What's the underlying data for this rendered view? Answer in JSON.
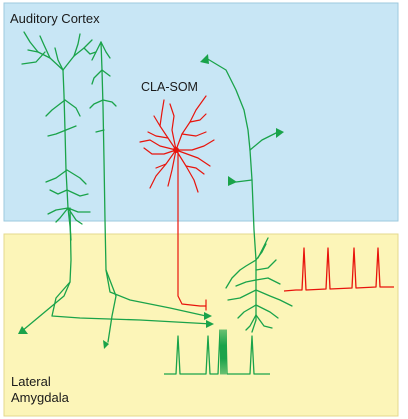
{
  "regions": {
    "cortex": {
      "label": "Auditory Cortex",
      "fill": "#c8e6f5",
      "stroke": "#9ec9de"
    },
    "amygdala": {
      "label_line1": "Lateral",
      "label_line2": "Amygdala",
      "fill": "#fcf5b8",
      "stroke": "#e4d98e"
    }
  },
  "neurons": {
    "cla_som": {
      "label": "CLA-SOM",
      "color": "#e8140c"
    },
    "projection": {
      "color": "#1aa34a"
    }
  },
  "icons": [
    "green-spike-trace",
    "red-spike-trace",
    "axon-terminal-triangle"
  ]
}
